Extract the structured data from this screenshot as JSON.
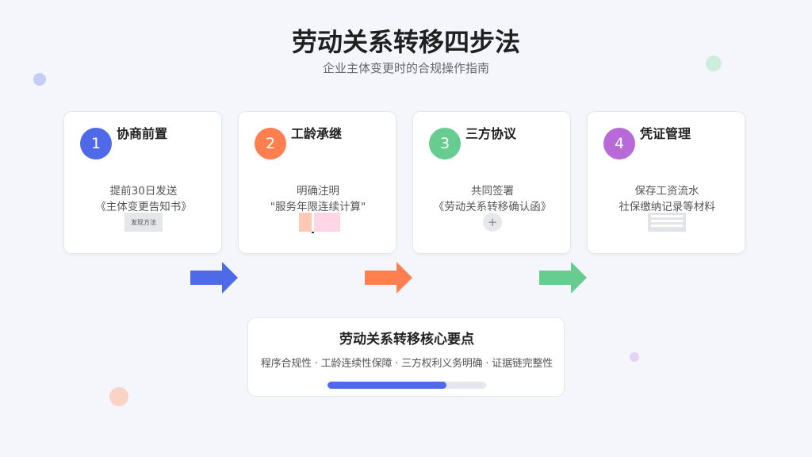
{
  "header": {
    "title": "劳动关系转移四步法",
    "subtitle": "企业主体变更时的合规操作指南"
  },
  "steps": [
    {
      "number": "1",
      "title": "协商前置",
      "line1": "提前30日发送",
      "line2": "《主体变更告知书》",
      "overlay_label": "发现方法",
      "color": "#4f6ae8"
    },
    {
      "number": "2",
      "title": "工龄承继",
      "line1": "明确注明",
      "line2": "\"服务年限连续计算\"",
      "color": "#ff7f50"
    },
    {
      "number": "3",
      "title": "三方协议",
      "line1": "共同签署",
      "line2": "《劳动关系转移确认函》",
      "overlay_icon": "+",
      "color": "#66cc8f"
    },
    {
      "number": "4",
      "title": "凭证管理",
      "line1": "保存工资流水",
      "line2": "社保缴纳记录等材料",
      "color": "#b86ad9"
    }
  ],
  "arrows": [
    {
      "color": "#4f6ae8"
    },
    {
      "color": "#ff7f50"
    },
    {
      "color": "#66cc8f"
    }
  ],
  "summary": {
    "title": "劳动关系转移核心要点",
    "points": "程序合规性 · 工龄连续性保障 · 三方权利义务明确 · 证据链完整性",
    "progress": 0.75,
    "progress_color": "#4f6ae8"
  }
}
